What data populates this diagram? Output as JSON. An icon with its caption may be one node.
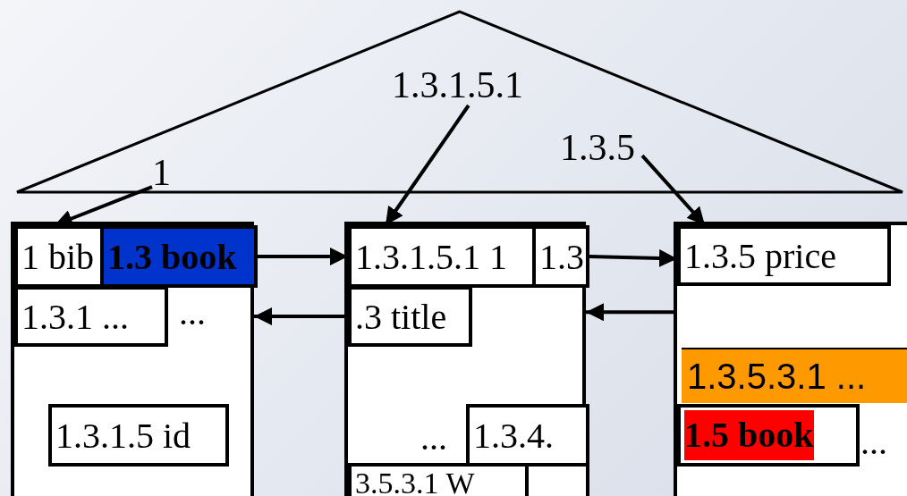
{
  "diagram": {
    "nodes": [
      {
        "text": [],
        "shape": "triangle"
      },
      {
        "text": [
          "1"
        ],
        "in": 0
      },
      {
        "text": [
          "1.3.1.5.1"
        ],
        "in": 0
      },
      {
        "text": [
          "1.3.5"
        ],
        "in": 0
      },
      {
        "text": [],
        "shape": "box"
      },
      {
        "text": [
          "1 bib"
        ],
        "in": 4
      },
      {
        "text": [
          "1.3 book"
        ],
        "in": 4
      },
      {
        "text": [
          "1.3.1 ..."
        ],
        "in": 4
      },
      {
        "text": [
          "1.3.1.5 id"
        ],
        "in": 4
      },
      {
        "text": [],
        "shape": "box"
      },
      {
        "text": [
          "1.3.1.5.1 1"
        ],
        "in": 9
      },
      {
        "text": [
          "1.3"
        ],
        "in": 9
      },
      {
        "text": [
          ".3 title"
        ],
        "in": 9
      },
      {
        "text": [
          "1.3.4."
        ],
        "in": 9
      },
      {
        "text": [
          "3.5.3.1 W"
        ],
        "in": 9
      },
      {
        "text": [],
        "shape": "box",
        "in": 9
      },
      {
        "text": [],
        "shape": "box"
      },
      {
        "text": [
          "1.3.5 price"
        ],
        "in": 16
      },
      {
        "text": [
          "1.3.5.3.1 ..."
        ],
        "in": 16
      },
      {
        "text": [
          "1.5 book"
        ],
        "in": 16
      }
    ],
    "edges": [
      {
        "from": 1,
        "to": 5,
        "arrow": "to"
      },
      {
        "from": 2,
        "to": 10,
        "arrow": "to"
      },
      {
        "from": 3,
        "to": 17,
        "arrow": "to"
      },
      {
        "from": 6,
        "to": 10,
        "arrow": "to"
      },
      {
        "from": 11,
        "to": 17,
        "arrow": "to"
      },
      {
        "from": 12,
        "to": 4,
        "arrow": "to"
      },
      {
        "from": 16,
        "to": 9,
        "arrow": "to"
      }
    ],
    "labels": [
      "...",
      "...",
      "..."
    ]
  }
}
